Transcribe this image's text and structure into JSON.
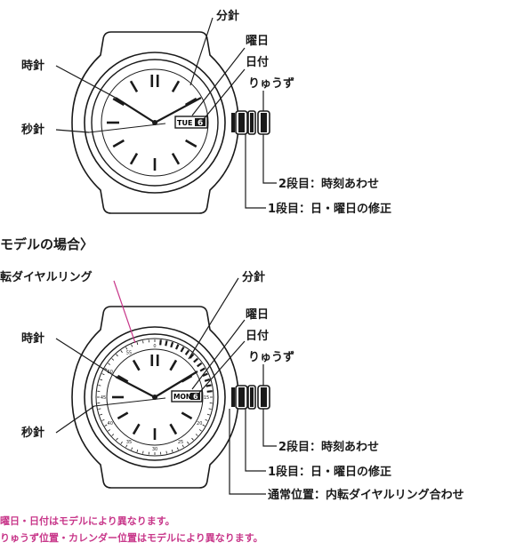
{
  "colors": {
    "ink": "#1a1a1a",
    "note": "#c8378a"
  },
  "watch1": {
    "labels": {
      "minute_hand": "分針",
      "day": "曜日",
      "date": "日付",
      "crown": "りゅうず",
      "hour_hand": "時針",
      "second_hand": "秒針",
      "pos2": "2段目：時刻あわせ",
      "pos1": "1段目：日・曜日の修正"
    },
    "day_window": "TUE",
    "date_window": "6"
  },
  "section_title": "モデルの場合〉",
  "watch2": {
    "labels": {
      "bezel": "転ダイヤルリング",
      "minute_hand": "分針",
      "day": "曜日",
      "date": "日付",
      "crown": "りゅうず",
      "hour_hand": "時針",
      "second_hand": "秒針",
      "pos2": "2段目：時刻あわせ",
      "pos1": "1段目：日・曜日の修正",
      "pos0": "通常位置：内転ダイヤルリング合わせ"
    },
    "day_window": "MON",
    "date_window": "6",
    "inner_ring_numbers": [
      "0",
      "5",
      "10",
      "15",
      "20",
      "25",
      "30",
      "35",
      "40",
      "45",
      "50",
      "55"
    ]
  },
  "notes": [
    "曜日・日付はモデルにより異なります。",
    "りゅうず位置・カレンダー位置はモデルにより異なります。"
  ]
}
